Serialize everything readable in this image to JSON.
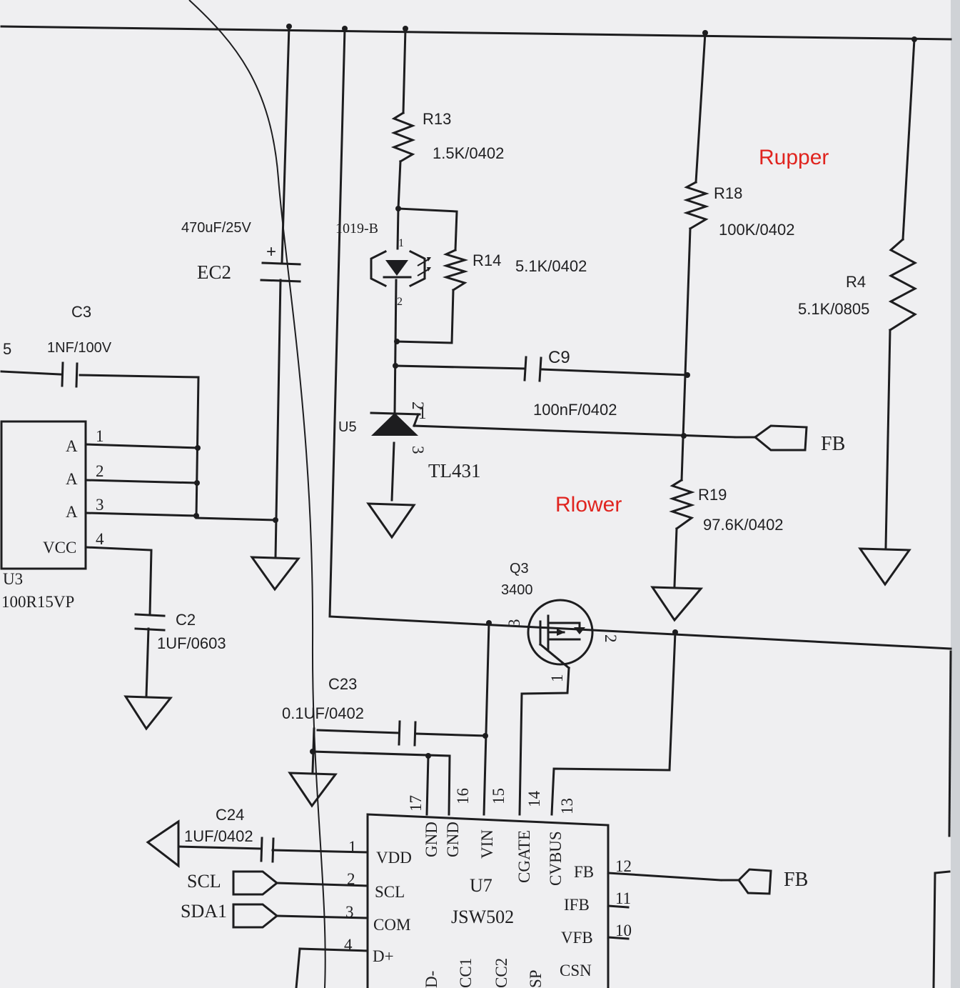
{
  "annotations": {
    "upper_label": "Rupper",
    "lower_label": "Rlower",
    "annotation_color": "#e0241f"
  },
  "components": {
    "r13": {
      "ref": "R13",
      "value": "1.5K/0402"
    },
    "r14": {
      "ref": "R14",
      "value": "5.1K/0402"
    },
    "r18": {
      "ref": "R18",
      "value": "100K/0402"
    },
    "r19": {
      "ref": "R19",
      "value": "97.6K/0402"
    },
    "r4": {
      "ref": "R4",
      "value": "5.1K/0805"
    },
    "c9": {
      "ref": "C9",
      "value": "100nF/0402"
    },
    "c3": {
      "ref": "C3",
      "value": "1NF/100V"
    },
    "c2": {
      "ref": "C2",
      "value": "1UF/0603"
    },
    "c23": {
      "ref": "C23",
      "value": "0.1UF/0402"
    },
    "c24": {
      "ref": "C24",
      "value": "1UF/0402"
    },
    "ec2": {
      "ref": "EC2",
      "value": "470uF/25V",
      "polarity": "+"
    },
    "u5": {
      "ref": "U5",
      "value": "TL431",
      "pins": [
        "2",
        "1",
        "3"
      ]
    },
    "q3": {
      "ref": "Q3",
      "value": "3400",
      "pins": [
        "3",
        "2",
        "1"
      ]
    },
    "opto": {
      "ref_fragment": "1019-B",
      "pins": [
        "1",
        "2"
      ]
    },
    "u3": {
      "ref": "U3",
      "value_fragment": "100R15VP",
      "left_pin_fragment": "5",
      "pins": [
        {
          "name": "A",
          "num": "1"
        },
        {
          "name": "A",
          "num": "2"
        },
        {
          "name": "A",
          "num": "3"
        },
        {
          "name": "VCC",
          "num": "4"
        }
      ]
    },
    "u7": {
      "ref": "U7",
      "value": "JSW502",
      "left_pins": [
        {
          "name": "VDD",
          "num": "1"
        },
        {
          "name": "SCL",
          "num": "2"
        },
        {
          "name": "COM",
          "num": "3"
        },
        {
          "name": "D+",
          "num": "4"
        }
      ],
      "top_pins": [
        {
          "name": "GND",
          "num": "17"
        },
        {
          "name": "GND",
          "num": "16"
        },
        {
          "name": "VIN",
          "num": "15"
        },
        {
          "name": "CGATE",
          "num": "14"
        },
        {
          "name": "CVBUS",
          "num": "13"
        }
      ],
      "right_pins": [
        {
          "name": "FB",
          "num": "12"
        },
        {
          "name": "IFB",
          "num": "11"
        },
        {
          "name": "VFB",
          "num": "10"
        },
        {
          "name": "CSN",
          "num": ""
        }
      ],
      "bottom_fragments": [
        "D-",
        "CC1",
        "CC2",
        "SP"
      ]
    }
  },
  "nets": {
    "fb_top": "FB",
    "fb_u7": "FB",
    "scl": "SCL",
    "sda": "SDA1"
  }
}
